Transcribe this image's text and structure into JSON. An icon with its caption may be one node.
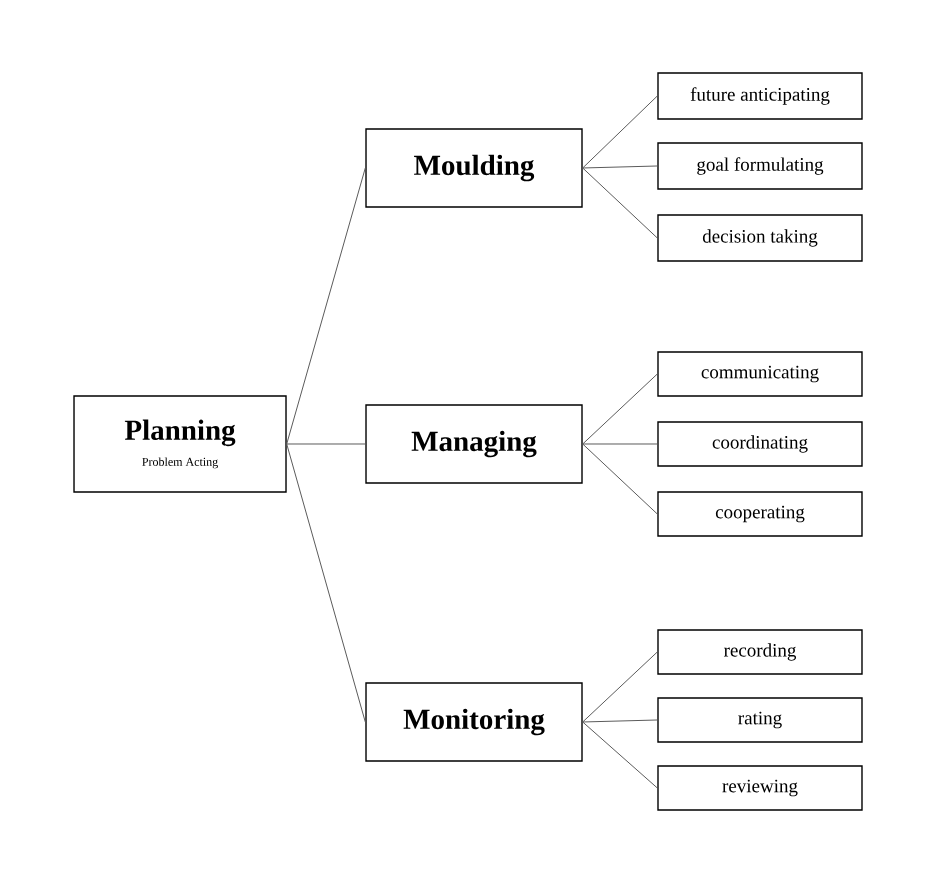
{
  "diagram": {
    "nodes": [
      {
        "text": [
          "Planning",
          "Problem Acting"
        ]
      },
      {
        "text": [
          "Moulding"
        ]
      },
      {
        "text": [
          "Managing"
        ]
      },
      {
        "text": [
          "Monitoring"
        ]
      },
      {
        "text": [
          "future anticipating"
        ]
      },
      {
        "text": [
          "goal formulating"
        ]
      },
      {
        "text": [
          "decision taking"
        ]
      },
      {
        "text": [
          "communicating"
        ]
      },
      {
        "text": [
          "coordinating"
        ]
      },
      {
        "text": [
          "cooperating"
        ]
      },
      {
        "text": [
          "recording"
        ]
      },
      {
        "text": [
          "rating"
        ]
      },
      {
        "text": [
          "reviewing"
        ]
      }
    ],
    "edges": [
      {
        "from": 0,
        "to": 1,
        "arrow": "none"
      },
      {
        "from": 0,
        "to": 2,
        "arrow": "none"
      },
      {
        "from": 0,
        "to": 3,
        "arrow": "none"
      },
      {
        "from": 1,
        "to": 4,
        "arrow": "none"
      },
      {
        "from": 1,
        "to": 5,
        "arrow": "none"
      },
      {
        "from": 1,
        "to": 6,
        "arrow": "none"
      },
      {
        "from": 2,
        "to": 7,
        "arrow": "none"
      },
      {
        "from": 2,
        "to": 8,
        "arrow": "none"
      },
      {
        "from": 2,
        "to": 9,
        "arrow": "none"
      },
      {
        "from": 3,
        "to": 10,
        "arrow": "none"
      },
      {
        "from": 3,
        "to": 11,
        "arrow": "none"
      },
      {
        "from": 3,
        "to": 12,
        "arrow": "none"
      }
    ]
  }
}
